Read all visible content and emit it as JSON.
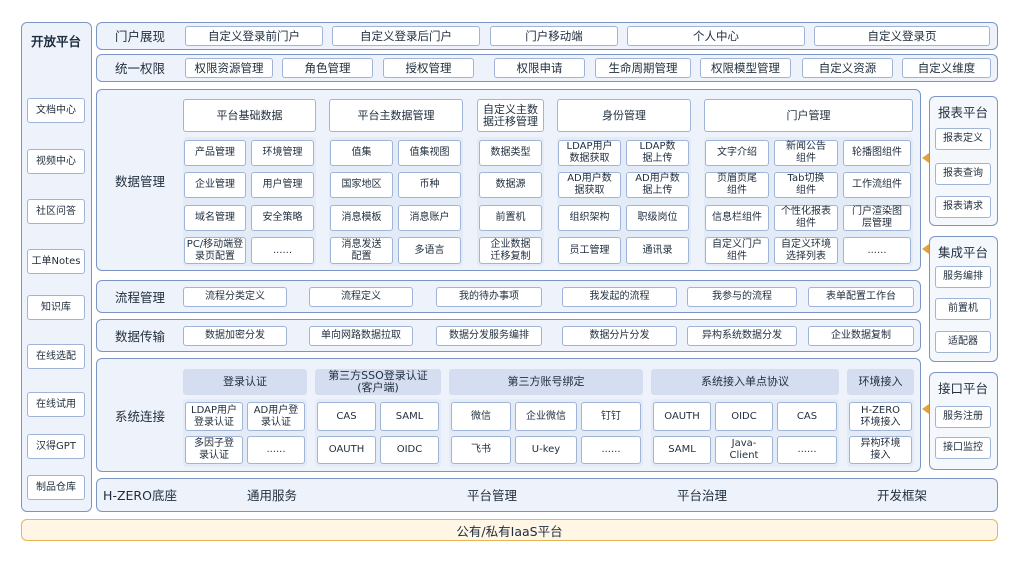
{
  "open_platform": {
    "title": "开放平台",
    "items": [
      "文档中心",
      "视频中心",
      "社区问答",
      "工单Notes",
      "知识库",
      "在线选配",
      "在线试用",
      "汉得GPT",
      "制品仓库"
    ]
  },
  "portal": {
    "label": "门户展现",
    "items": [
      "自定义登录前门户",
      "自定义登录后门户",
      "门户移动端",
      "个人中心",
      "自定义登录页"
    ]
  },
  "auth": {
    "label": "统一权限",
    "items": [
      "权限资源管理",
      "角色管理",
      "授权管理",
      "权限申请",
      "生命周期管理",
      "权限模型管理",
      "自定义资源",
      "自定义维度"
    ]
  },
  "data_mgmt": {
    "label": "数据管理",
    "headers": [
      "平台基础数据",
      "平台主数据管理",
      "自定义主数据迁移管理",
      "身份管理",
      "门户管理"
    ],
    "platform_basic": [
      "产品管理",
      "环境管理",
      "企业管理",
      "用户管理",
      "域名管理",
      "安全策略",
      "PC/移动端登录页配置",
      "......"
    ],
    "master_data": [
      "值集",
      "值集视图",
      "国家地区",
      "币种",
      "消息模板",
      "消息账户",
      "消息发送配置",
      "多语言"
    ],
    "custom_master": [
      "数据类型",
      "数据源",
      "前置机",
      "企业数据迁移复制"
    ],
    "identity": [
      "LDAP用户数据获取",
      "LDAP数据上传",
      "AD用户数据获取",
      "AD用户数据上传",
      "组织架构",
      "职级岗位",
      "员工管理",
      "通讯录"
    ],
    "portal_mgmt": [
      "文字介绍",
      "新闻公告组件",
      "轮播图组件",
      "页眉页尾组件",
      "Tab切换组件",
      "工作流组件",
      "信息栏组件",
      "个性化报表组件",
      "门户渲染图层管理",
      "自定义门户组件",
      "自定义环境选择列表",
      "......"
    ]
  },
  "process": {
    "label": "流程管理",
    "items": [
      "流程分类定义",
      "流程定义",
      "我的待办事项",
      "我发起的流程",
      "我参与的流程",
      "表单配置工作台"
    ]
  },
  "transfer": {
    "label": "数据传输",
    "items": [
      "数据加密分发",
      "单向网路数据拉取",
      "数据分发服务编排",
      "数据分片分发",
      "异构系统数据分发",
      "企业数据复制"
    ]
  },
  "syscon": {
    "label": "系统连接",
    "groups": [
      {
        "title": "登录认证",
        "items": [
          "LDAP用户登录认证",
          "AD用户登录认证",
          "多因子登录认证",
          "......"
        ]
      },
      {
        "title": "第三方SSO登录认证(客户端)",
        "items": [
          "CAS",
          "SAML",
          "OAUTH",
          "OIDC"
        ]
      },
      {
        "title": "第三方账号绑定",
        "items": [
          "微信",
          "企业微信",
          "钉钉",
          "飞书",
          "U-key",
          "......"
        ]
      },
      {
        "title": "系统接入单点协议",
        "items": [
          "OAUTH",
          "OIDC",
          "CAS",
          "SAML",
          "Java-Client",
          "......"
        ]
      },
      {
        "title": "环境接入",
        "items": [
          "H-ZERO环境接入",
          "异构环境接入"
        ]
      }
    ]
  },
  "hzero": {
    "label": "H-ZERO底座",
    "items": [
      "通用服务",
      "平台管理",
      "平台治理",
      "开发框架"
    ]
  },
  "iaas": {
    "label": "公有/私有IaaS平台"
  },
  "report": {
    "title": "报表平台",
    "items": [
      "报表定义",
      "报表查询",
      "报表请求"
    ]
  },
  "integration": {
    "title": "集成平台",
    "items": [
      "服务编排",
      "前置机",
      "适配器"
    ]
  },
  "interface": {
    "title": "接口平台",
    "items": [
      "服务注册",
      "接口监控"
    ]
  },
  "colors": {
    "border": "#7b96c6",
    "panel": "#e3ebf7",
    "frame": "#eef3fb",
    "accent": "#e2a33d"
  }
}
